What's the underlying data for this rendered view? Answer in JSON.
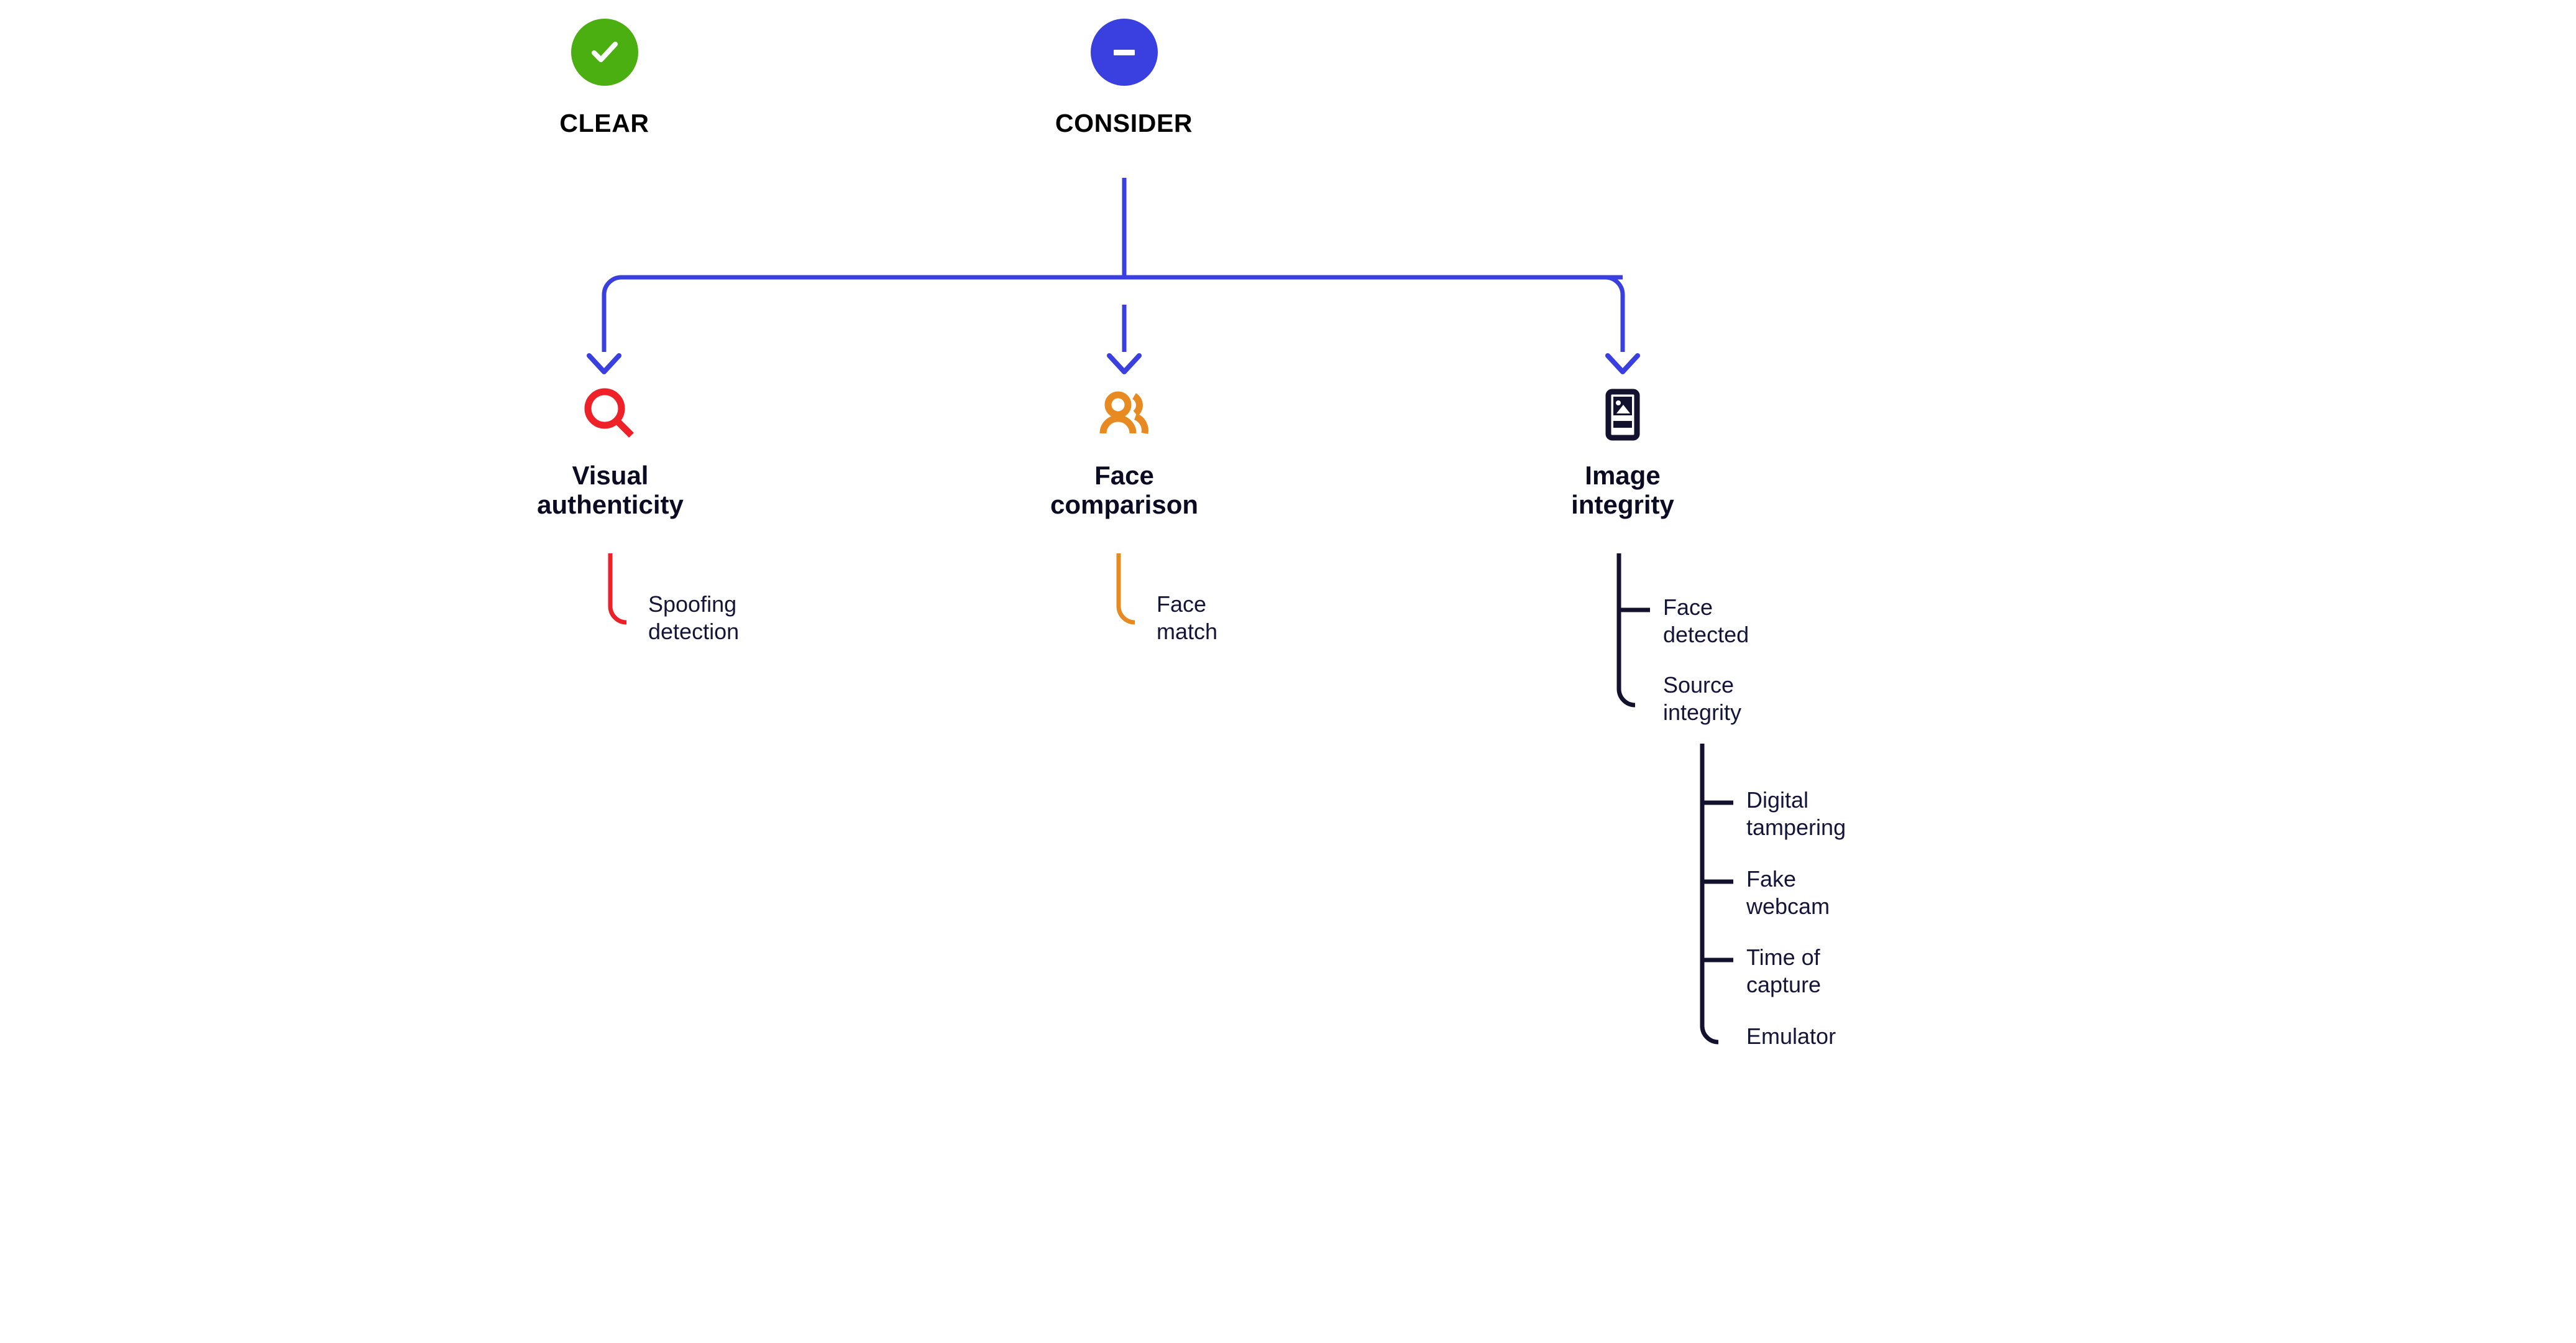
{
  "colors": {
    "clear_green": "#4CAF11",
    "consider_blue": "#3A40E0",
    "branch_blue": "#3A40E0",
    "visual_red": "#EE2028",
    "face_orange": "#E88A22",
    "image_navy": "#12122E",
    "text_navy": "#15153A",
    "text_black": "#000000",
    "background": "#FFFFFF"
  },
  "statuses": [
    {
      "id": "clear",
      "label": "CLEAR",
      "icon": "check-circle-icon",
      "color": "#4CAF11"
    },
    {
      "id": "consider",
      "label": "CONSIDER",
      "icon": "minus-circle-icon",
      "color": "#3A40E0"
    }
  ],
  "branches": [
    {
      "id": "visual-authenticity",
      "title": "Visual\nauthenticity",
      "icon": "magnifier-icon",
      "color": "#EE2028",
      "children": [
        {
          "id": "spoofing-detection",
          "label": "Spoofing\ndetection",
          "children": []
        }
      ]
    },
    {
      "id": "face-comparison",
      "title": "Face\ncomparison",
      "icon": "two-people-icon",
      "color": "#E88A22",
      "children": [
        {
          "id": "face-match",
          "label": "Face\nmatch",
          "children": []
        }
      ]
    },
    {
      "id": "image-integrity",
      "title": "Image\nintegrity",
      "icon": "image-frame-icon",
      "color": "#12122E",
      "children": [
        {
          "id": "face-detected",
          "label": "Face\ndetected",
          "children": []
        },
        {
          "id": "source-integrity",
          "label": "Source\nintegrity",
          "children": [
            {
              "id": "digital-tampering",
              "label": "Digital\ntampering"
            },
            {
              "id": "fake-webcam",
              "label": "Fake\nwebcam"
            },
            {
              "id": "time-of-capture",
              "label": "Time of\ncapture"
            },
            {
              "id": "emulator",
              "label": "Emulator"
            }
          ]
        }
      ]
    }
  ]
}
